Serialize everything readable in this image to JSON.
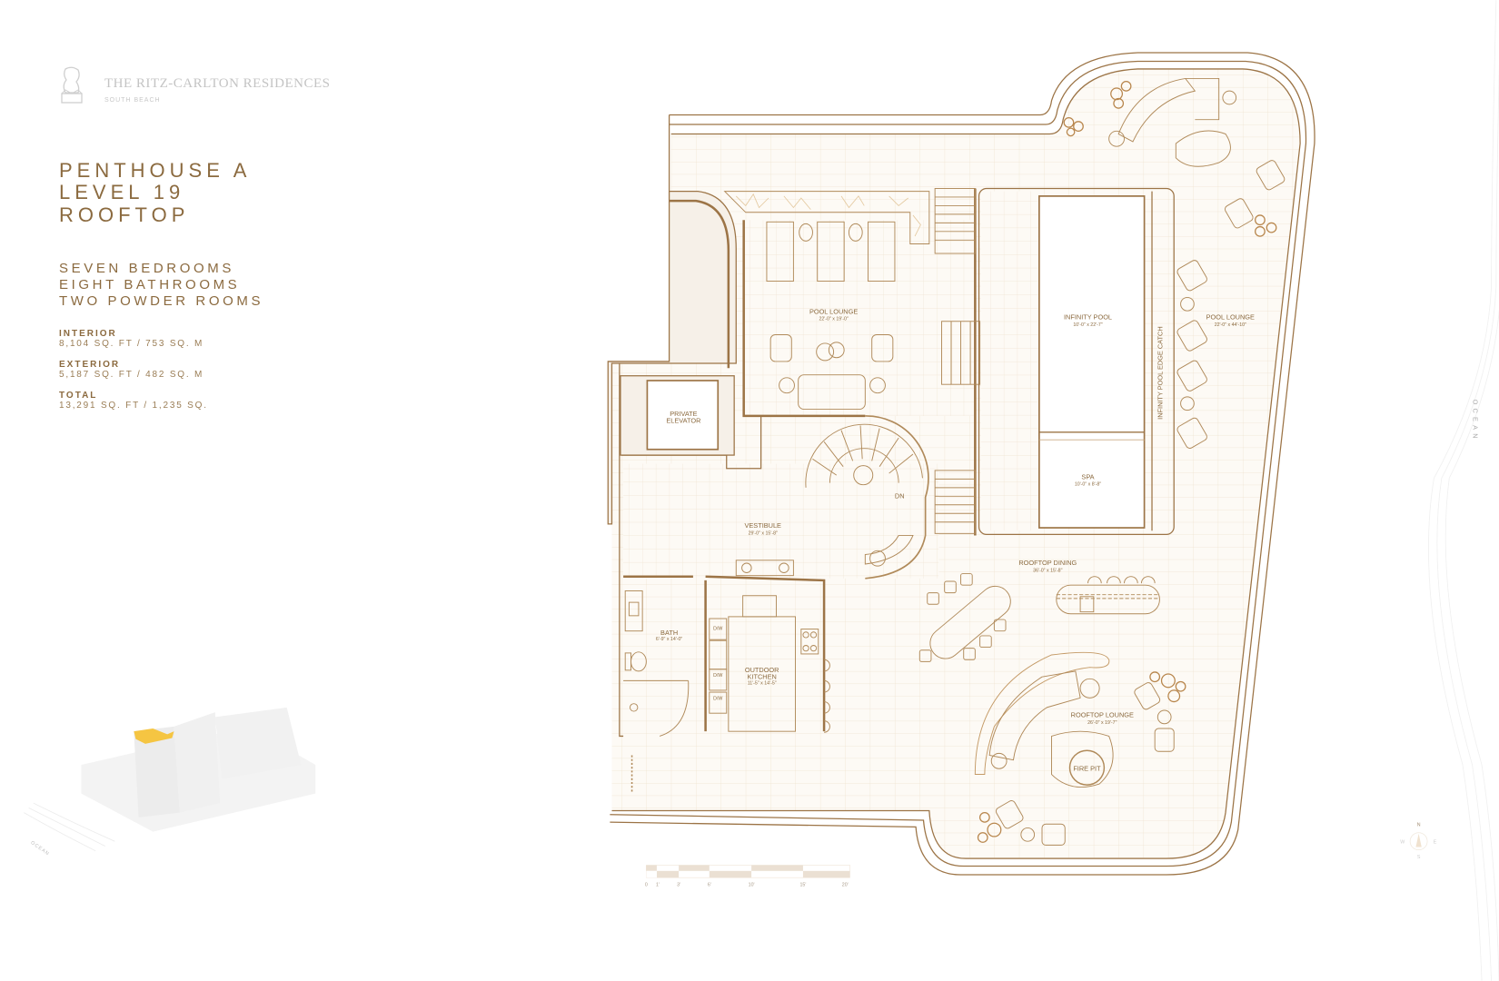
{
  "brand": {
    "name": "THE RITZ-CARLTON RESIDENCES",
    "location": "SOUTH BEACH"
  },
  "unit": {
    "title": "PENTHOUSE A",
    "level": "LEVEL 19",
    "floor": "ROOFTOP"
  },
  "rooms": {
    "bedrooms": "SEVEN BEDROOMS",
    "bathrooms": "EIGHT BATHROOMS",
    "powder": "TWO POWDER ROOMS"
  },
  "areas": [
    {
      "label": "INTERIOR",
      "value": "8,104 SQ. FT / 753 SQ. M"
    },
    {
      "label": "EXTERIOR",
      "value": "5,187 SQ. FT / 482 SQ. M"
    },
    {
      "label": "TOTAL",
      "value": "13,291 SQ. FT / 1,235 SQ."
    }
  ],
  "plan": {
    "pool_lounge_1": {
      "name": "POOL LOUNGE",
      "dims": "22'-0\" x 19'-0\""
    },
    "infinity_pool": {
      "name": "INFINITY POOL",
      "dims": "10'-0\" x 22'-7\""
    },
    "pool_lounge_2": {
      "name": "POOL LOUNGE",
      "dims": "22'-0\" x 44'-10\""
    },
    "edge_catch": "INFINITY POOL EDGE CATCH",
    "elevator": {
      "line1": "PRIVATE",
      "line2": "ELEVATOR"
    },
    "spa": {
      "name": "SPA",
      "dims": "10'-0\" x 8'-8\""
    },
    "dn": "DN",
    "vestibule": {
      "name": "VESTIBULE",
      "dims": "29'-0\" x 15'-8\""
    },
    "dining": {
      "name": "ROOFTOP DINING",
      "dims": "36'-0\" x 15'-8\""
    },
    "bath": {
      "name": "BATH",
      "dims": "6'-9\" x 14'-0\""
    },
    "dw": "D/W",
    "kitchen": {
      "line1": "OUTDOOR",
      "line2": "KITCHEN",
      "dims": "11'-5\" x 14'-5\""
    },
    "lounge": {
      "name": "ROOFTOP LOUNGE",
      "dims": "26'-0\" x 19'-7\""
    },
    "fire_pit": "FIRE PIT"
  },
  "scale": {
    "ticks": [
      "0",
      "1'",
      "3'",
      "6'",
      "10'",
      "15'",
      "20'"
    ]
  },
  "ocean_label": "OCEAN",
  "compass": {
    "n": "N",
    "w": "W",
    "e": "E",
    "s": "S"
  },
  "colors": {
    "accent": "#8b6a3f",
    "highlight": "#f5c542"
  }
}
